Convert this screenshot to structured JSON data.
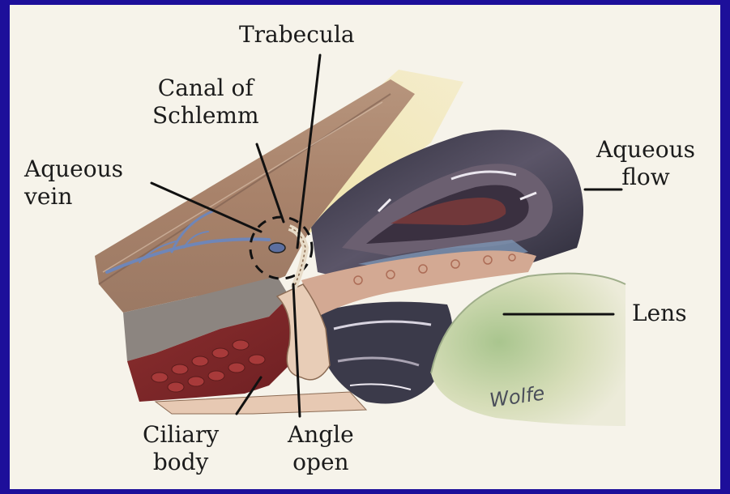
{
  "labels": {
    "trabecula": "Trabecula",
    "canal_line1": "Canal of",
    "canal_line2": "Schlemm",
    "aqueous_vein_line1": "Aqueous",
    "aqueous_vein_line2": "vein",
    "aqueous_flow_line1": "Aqueous",
    "aqueous_flow_line2": "flow",
    "lens": "Lens",
    "ciliary_line1": "Ciliary",
    "ciliary_line2": "body",
    "angle_line1": "Angle",
    "angle_line2": "open"
  },
  "signature": "Wolfe",
  "colors": {
    "frame": "#1d0f9a",
    "background": "#f6f3ea",
    "iris_dark": "#3b3a4a",
    "iris_highlight": "#8a7f8f",
    "ciliary_red": "#8e2a2a",
    "sclera_tan": "#c9a98a",
    "lens_green": "#c7d3a8",
    "vein_blue": "#6f86b8",
    "cornea_yellow": "#e6d27a"
  }
}
